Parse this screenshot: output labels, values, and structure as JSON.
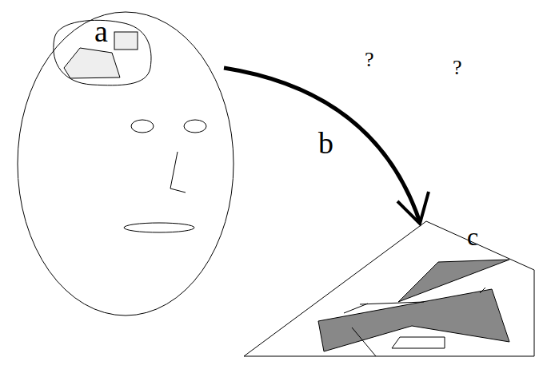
{
  "diagram": {
    "labels": [
      "a",
      "b",
      "c",
      "?",
      "?"
    ]
  }
}
